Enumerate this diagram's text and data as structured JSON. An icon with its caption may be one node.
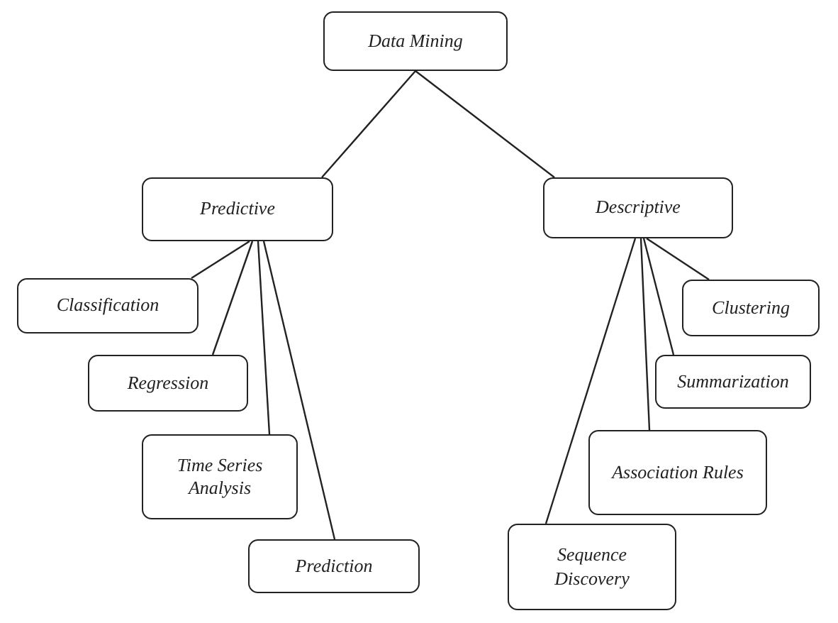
{
  "diagram": {
    "nodes": [
      {
        "text": [
          "Data Mining"
        ]
      },
      {
        "text": [
          "Predictive"
        ]
      },
      {
        "text": [
          "Descriptive"
        ]
      },
      {
        "text": [
          "Classification"
        ]
      },
      {
        "text": [
          "Regression"
        ]
      },
      {
        "text": [
          "Time Series Analysis"
        ]
      },
      {
        "text": [
          "Prediction"
        ]
      },
      {
        "text": [
          "Clustering"
        ]
      },
      {
        "text": [
          "Summarization"
        ]
      },
      {
        "text": [
          "Association Rules"
        ]
      },
      {
        "text": [
          "Sequence Discovery"
        ]
      }
    ],
    "edges": [
      {
        "from": 0,
        "to": 1,
        "arrow": "none"
      },
      {
        "from": 0,
        "to": 2,
        "arrow": "none"
      },
      {
        "from": 1,
        "to": 3,
        "arrow": "none"
      },
      {
        "from": 1,
        "to": 4,
        "arrow": "none"
      },
      {
        "from": 1,
        "to": 5,
        "arrow": "none"
      },
      {
        "from": 1,
        "to": 6,
        "arrow": "none"
      },
      {
        "from": 2,
        "to": 7,
        "arrow": "none"
      },
      {
        "from": 2,
        "to": 8,
        "arrow": "none"
      },
      {
        "from": 2,
        "to": 9,
        "arrow": "none"
      },
      {
        "from": 2,
        "to": 10,
        "arrow": "none"
      }
    ]
  }
}
